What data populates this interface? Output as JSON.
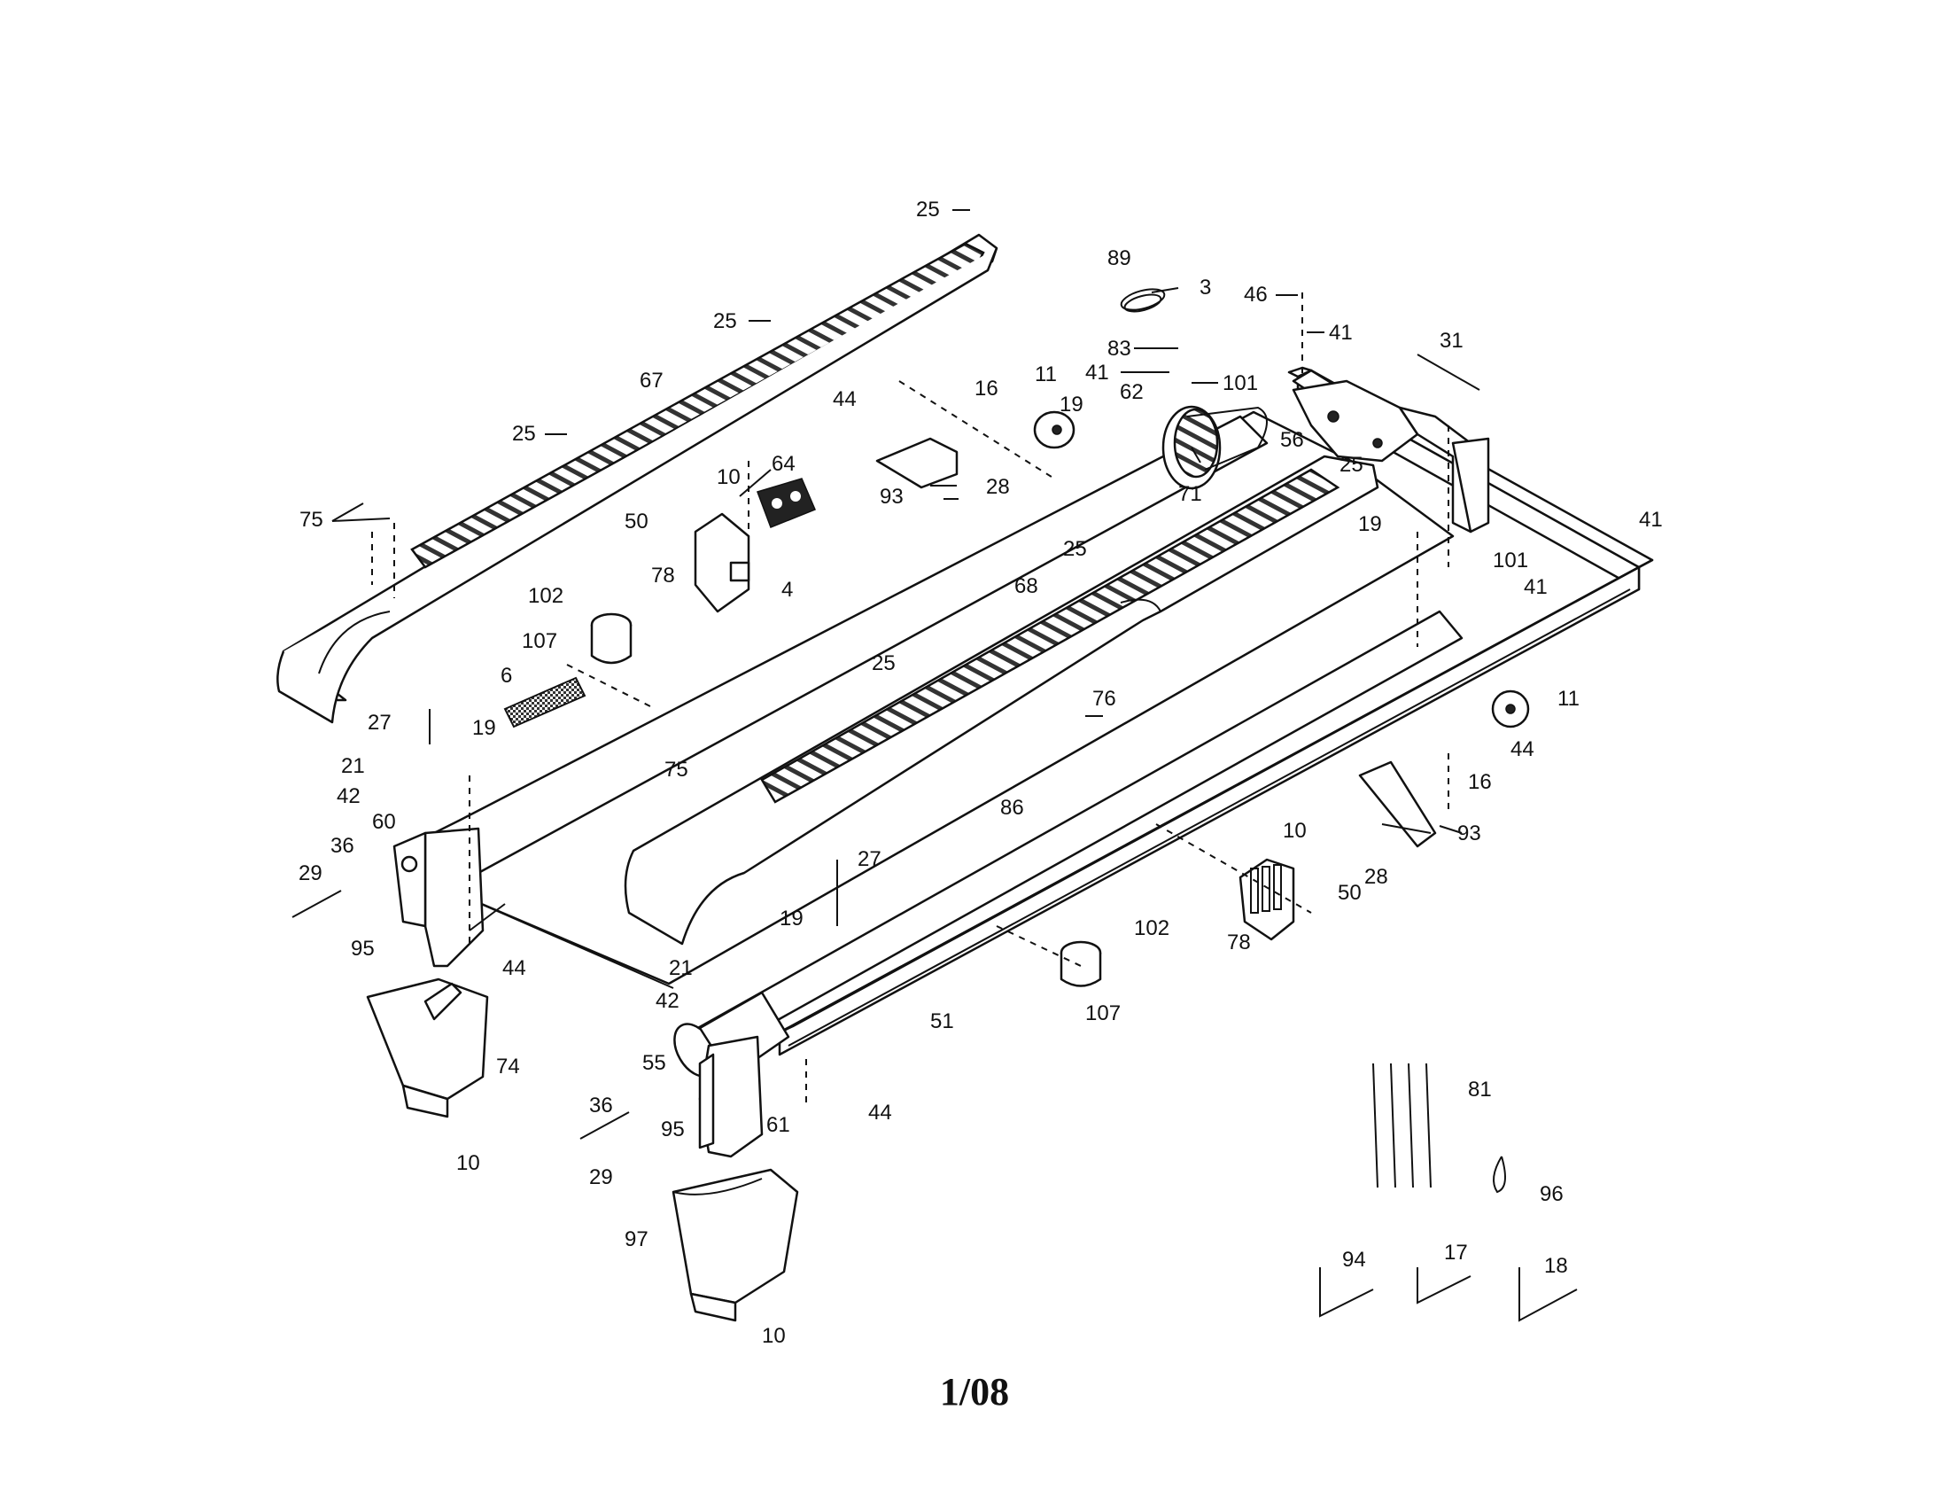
{
  "page": {
    "footer_text": "1/08"
  },
  "callouts": [
    {
      "id": "c1",
      "text": "25"
    },
    {
      "id": "c2",
      "text": "25"
    },
    {
      "id": "c3",
      "text": "67"
    },
    {
      "id": "c4",
      "text": "25"
    },
    {
      "id": "c5",
      "text": "75"
    },
    {
      "id": "c6",
      "text": "89"
    },
    {
      "id": "c7",
      "text": "3"
    },
    {
      "id": "c8",
      "text": "46"
    },
    {
      "id": "c9",
      "text": "41"
    },
    {
      "id": "c10",
      "text": "31"
    },
    {
      "id": "c11",
      "text": "83"
    },
    {
      "id": "c12",
      "text": "41"
    },
    {
      "id": "c13",
      "text": "101"
    },
    {
      "id": "c14",
      "text": "44"
    },
    {
      "id": "c15",
      "text": "16"
    },
    {
      "id": "c16",
      "text": "11"
    },
    {
      "id": "c17",
      "text": "19"
    },
    {
      "id": "c18",
      "text": "62"
    },
    {
      "id": "c19",
      "text": "56"
    },
    {
      "id": "c20",
      "text": "25"
    },
    {
      "id": "c21",
      "text": "93"
    },
    {
      "id": "c22",
      "text": "28"
    },
    {
      "id": "c23",
      "text": "71"
    },
    {
      "id": "c24",
      "text": "10"
    },
    {
      "id": "c25",
      "text": "64"
    },
    {
      "id": "c26",
      "text": "50"
    },
    {
      "id": "c27",
      "text": "78"
    },
    {
      "id": "c28",
      "text": "4"
    },
    {
      "id": "c29",
      "text": "102"
    },
    {
      "id": "c30",
      "text": "107"
    },
    {
      "id": "c31",
      "text": "25"
    },
    {
      "id": "c32",
      "text": "68"
    },
    {
      "id": "c33",
      "text": "19"
    },
    {
      "id": "c34",
      "text": "41"
    },
    {
      "id": "c35",
      "text": "101"
    },
    {
      "id": "c36",
      "text": "41"
    },
    {
      "id": "c37",
      "text": "6"
    },
    {
      "id": "c38",
      "text": "25"
    },
    {
      "id": "c39",
      "text": "76"
    },
    {
      "id": "c40",
      "text": "11"
    },
    {
      "id": "c41",
      "text": "27"
    },
    {
      "id": "c42",
      "text": "19"
    },
    {
      "id": "c43",
      "text": "44"
    },
    {
      "id": "c44",
      "text": "21"
    },
    {
      "id": "c45",
      "text": "75"
    },
    {
      "id": "c46",
      "text": "16"
    },
    {
      "id": "c47",
      "text": "42"
    },
    {
      "id": "c48",
      "text": "93"
    },
    {
      "id": "c49",
      "text": "60"
    },
    {
      "id": "c50",
      "text": "36"
    },
    {
      "id": "c51",
      "text": "86"
    },
    {
      "id": "c52",
      "text": "10"
    },
    {
      "id": "c53",
      "text": "28"
    },
    {
      "id": "c54",
      "text": "29"
    },
    {
      "id": "c55",
      "text": "27"
    },
    {
      "id": "c56",
      "text": "50"
    },
    {
      "id": "c57",
      "text": "95"
    },
    {
      "id": "c58",
      "text": "44"
    },
    {
      "id": "c59",
      "text": "102"
    },
    {
      "id": "c60",
      "text": "19"
    },
    {
      "id": "c61",
      "text": "78"
    },
    {
      "id": "c62",
      "text": "21"
    },
    {
      "id": "c63",
      "text": "42"
    },
    {
      "id": "c64",
      "text": "107"
    },
    {
      "id": "c65",
      "text": "51"
    },
    {
      "id": "c66",
      "text": "55"
    },
    {
      "id": "c67",
      "text": "74"
    },
    {
      "id": "c68",
      "text": "81"
    },
    {
      "id": "c69",
      "text": "36"
    },
    {
      "id": "c70",
      "text": "44"
    },
    {
      "id": "c71",
      "text": "95"
    },
    {
      "id": "c72",
      "text": "61"
    },
    {
      "id": "c73",
      "text": "10"
    },
    {
      "id": "c74",
      "text": "29"
    },
    {
      "id": "c75",
      "text": "96"
    },
    {
      "id": "c76",
      "text": "97"
    },
    {
      "id": "c77",
      "text": "94"
    },
    {
      "id": "c78",
      "text": "17"
    },
    {
      "id": "c79",
      "text": "18"
    },
    {
      "id": "c80",
      "text": "10"
    }
  ]
}
